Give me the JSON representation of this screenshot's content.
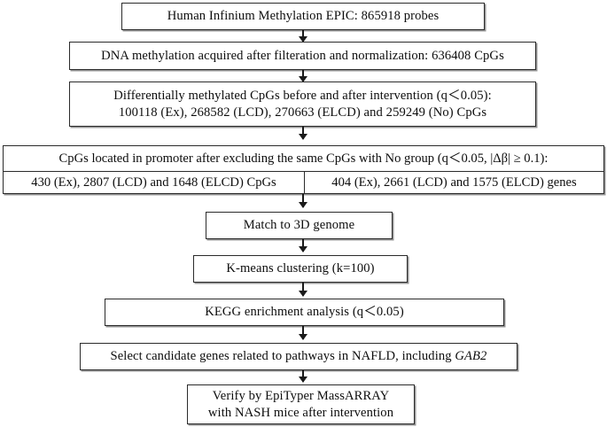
{
  "diagram": {
    "title": "Study workflow flowchart",
    "type": "flowchart",
    "orientation": "vertical",
    "colors": {
      "box_border": "#2b2b2b",
      "box_fill": "#ffffff",
      "arrow": "#1a1a1a",
      "text": "#0d0d0d"
    }
  },
  "nodes": {
    "n1": {
      "id": "human-infinium-methylation-epic",
      "lines": [
        "Human Infinium Methylation EPIC: 865918 probes"
      ]
    },
    "n2": {
      "id": "dna-methylation-filtration",
      "lines": [
        "DNA methylation acquired after filteration and normalization: 636408 CpGs"
      ]
    },
    "n3": {
      "id": "differentially-methylated-cpgs",
      "lines": [
        "Differentially methylated CpGs before and after intervention (q＜0.05):",
        "100118 (Ex), 268582 (LCD), 270663 (ELCD) and 259249 (No) CpGs"
      ]
    },
    "n4": {
      "id": "cpgs-located-in-promoter",
      "header": "CpGs located in promoter after excluding the same CpGs with No group (q＜0.05, |Δβ| ≥ 0.1):",
      "cell_left": "430 (Ex), 2807 (LCD) and 1648 (ELCD) CpGs",
      "cell_right": "404 (Ex), 2661 (LCD) and 1575 (ELCD) genes"
    },
    "n5": {
      "id": "match-to-3d-genome",
      "lines": [
        "Match to 3D genome"
      ]
    },
    "n6": {
      "id": "k-means-clustering",
      "lines": [
        "K-means clustering (k=100)"
      ]
    },
    "n7": {
      "id": "kegg-enrichment-analysis",
      "lines": [
        "KEGG enrichment analysis (q＜0.05)"
      ]
    },
    "n8": {
      "id": "select-candidate-genes",
      "prefix": "Select candidate genes related to pathways in NAFLD, including ",
      "gene": "GAB2"
    },
    "n9": {
      "id": "verify-epityper-massarray",
      "lines": [
        "Verify by EpiTyper MassARRAY",
        "with NASH mice after intervention"
      ]
    }
  },
  "edges": [
    {
      "from": "n1",
      "to": "n2",
      "arrow": "down"
    },
    {
      "from": "n2",
      "to": "n3",
      "arrow": "down"
    },
    {
      "from": "n3",
      "to": "n4",
      "arrow": "down"
    },
    {
      "from": "n4",
      "to": "n5",
      "arrow": "down"
    },
    {
      "from": "n5",
      "to": "n6",
      "arrow": "down"
    },
    {
      "from": "n6",
      "to": "n7",
      "arrow": "down"
    },
    {
      "from": "n7",
      "to": "n8",
      "arrow": "down"
    },
    {
      "from": "n8",
      "to": "n9",
      "arrow": "down"
    }
  ]
}
